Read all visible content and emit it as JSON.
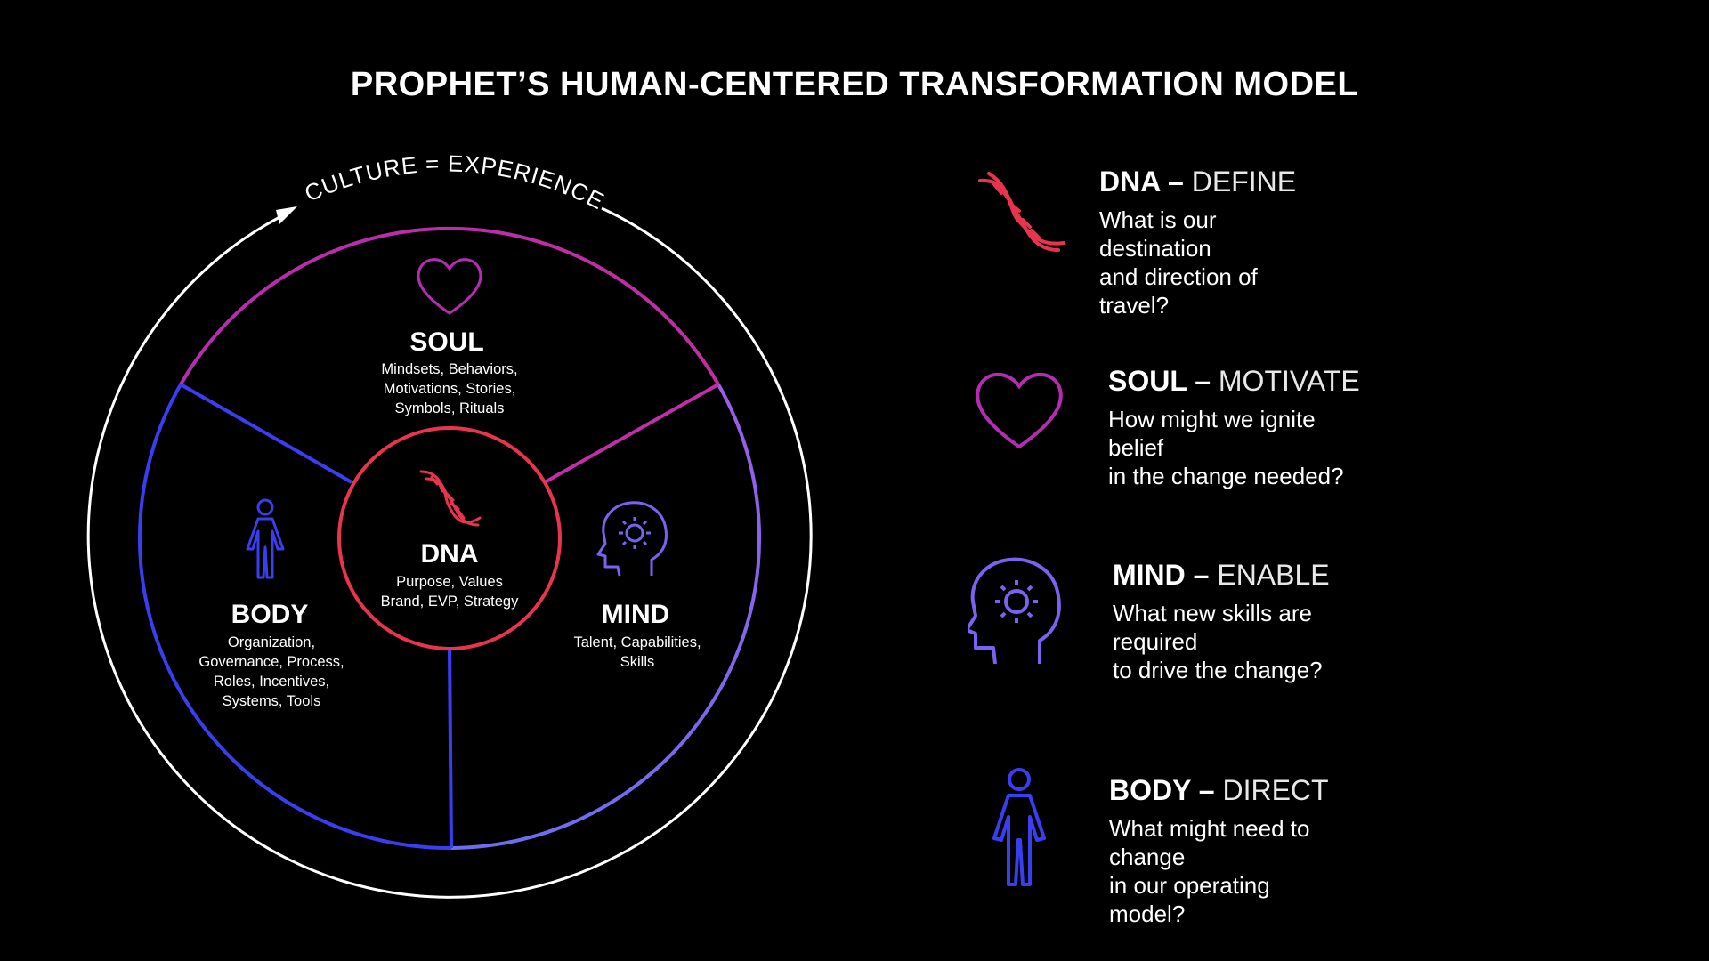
{
  "title": "PROPHET’S HUMAN-CENTERED TRANSFORMATION MODEL",
  "culture_label": "CULTURE = EXPERIENCE",
  "colors": {
    "background": "#000000",
    "dna_red": "#e8344e",
    "soul_magenta": "#c02ea8",
    "mind_purple": "#7a62f0",
    "body_blue": "#3b3df0"
  },
  "wheel": {
    "soul": {
      "title": "SOUL",
      "lines": [
        "Mindsets, Behaviors,",
        "Motivations, Stories,",
        "Symbols, Rituals"
      ]
    },
    "body": {
      "title": "BODY",
      "lines": [
        "Organization,",
        "Governance, Process,",
        "Roles, Incentives,",
        "Systems, Tools"
      ]
    },
    "mind": {
      "title": "MIND",
      "lines": [
        "Talent, Capabilities,",
        "Skills"
      ]
    },
    "dna": {
      "title": "DNA",
      "lines": [
        "Purpose, Values",
        "Brand, EVP, Strategy"
      ]
    }
  },
  "items": [
    {
      "icon": "dna-icon",
      "name": "DNA",
      "dash": " – ",
      "verb": "DEFINE",
      "question": [
        "What is our destination",
        "and direction of travel?"
      ]
    },
    {
      "icon": "heart-icon",
      "name": "SOUL",
      "dash": " – ",
      "verb": "MOTIVATE",
      "question": [
        "How might we ignite belief",
        "in the change needed?"
      ]
    },
    {
      "icon": "head-icon",
      "name": "MIND",
      "dash": " – ",
      "verb": "ENABLE",
      "question": [
        "What new skills are required",
        "to drive the change?"
      ]
    },
    {
      "icon": "person-icon",
      "name": "BODY",
      "dash": " – ",
      "verb": "DIRECT",
      "question": [
        "What might need to change",
        "in our operating model?"
      ]
    }
  ]
}
